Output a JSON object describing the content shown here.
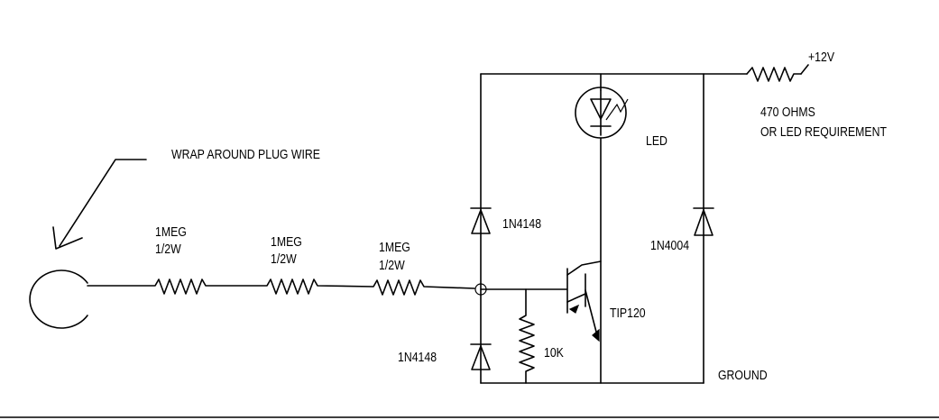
{
  "diagram": {
    "colors": {
      "ink": "#000000",
      "paper": "#ffffff"
    },
    "labels": {
      "supply": "+12V",
      "supply_resistor_value": "470 OHMS",
      "supply_resistor_note": "OR LED REQUIREMENT",
      "led": "LED",
      "pickup_note": "WRAP AROUND PLUG WIRE",
      "r1_value": "1MEG",
      "r1_power": "1/2W",
      "r2_value": "1MEG",
      "r2_power": "1/2W",
      "r3_value": "1MEG",
      "r3_power": "1/2W",
      "diode_upper": "1N4148",
      "diode_lower": "1N4148",
      "diode_power": "1N4004",
      "transistor": "TIP120",
      "resistor_base": "10K",
      "ground": "GROUND"
    }
  }
}
